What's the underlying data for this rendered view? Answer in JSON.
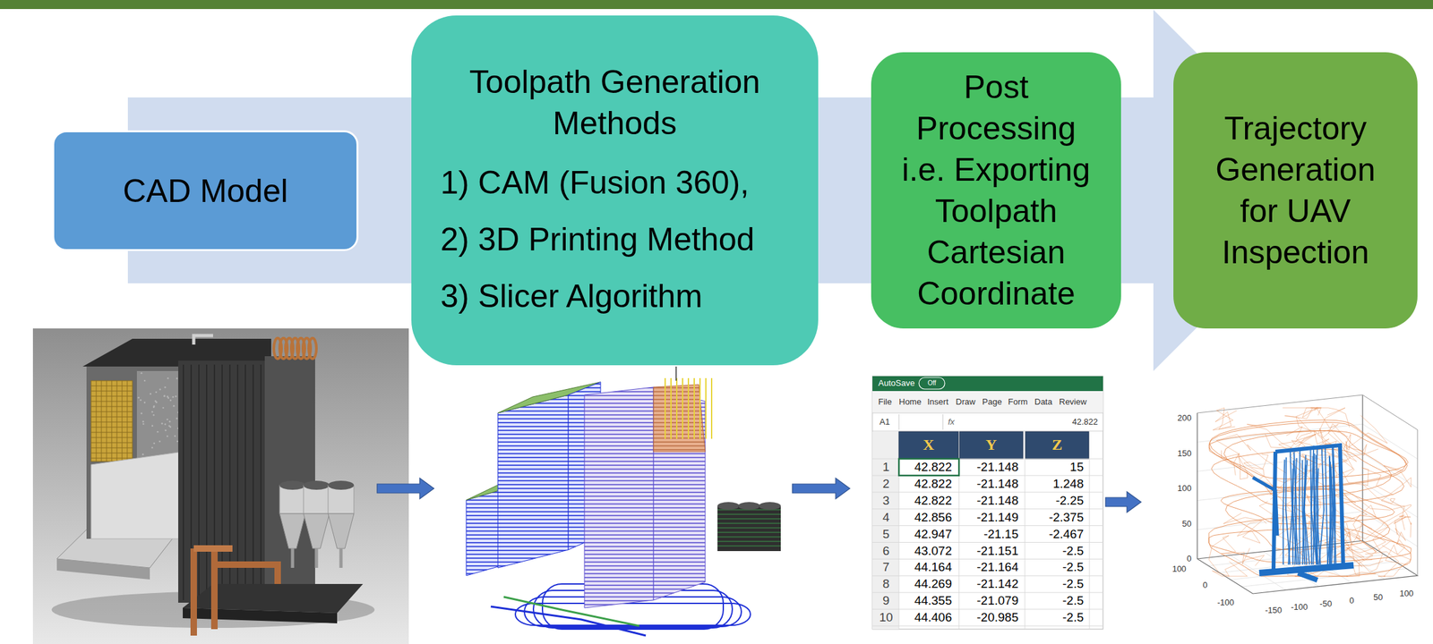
{
  "diagram": {
    "nodes": [
      {
        "text": [
          "CAD Model"
        ]
      },
      {
        "text": [
          "Toolpath Generation Methods",
          "1) CAM (Fusion 360),",
          "2) 3D Printing Method",
          "3) Slicer Algorithm"
        ]
      },
      {
        "text": [
          "Post Processing i.e. Exporting Toolpath Cartesian Coordinate"
        ]
      },
      {
        "text": [
          "Trajectory Generation for UAV Inspection"
        ]
      }
    ],
    "edges": [
      {
        "from": 0,
        "to": 1,
        "arrow": "none"
      },
      {
        "from": 1,
        "to": 2,
        "arrow": "none"
      },
      {
        "from": 2,
        "to": 3,
        "arrow": "to"
      }
    ],
    "labels": [
      "AutoSave",
      "Off",
      "File",
      "Home",
      "Insert",
      "Draw",
      "Page",
      "Form",
      "Data",
      "Review",
      "A1",
      "fx",
      "42.822",
      "X",
      "Y",
      "Z",
      "1",
      "42.822",
      "-21.148",
      "15",
      "2",
      "42.822",
      "-21.148",
      "1.248",
      "3",
      "42.822",
      "-21.148",
      "-2.25",
      "4",
      "42.856",
      "-21.149",
      "-2.375",
      "5",
      "42.947",
      "-21.15",
      "-2.467",
      "6",
      "43.072",
      "-21.151",
      "-2.5",
      "7",
      "44.164",
      "-21.164",
      "-2.5",
      "8",
      "44.269",
      "-21.142",
      "-2.5",
      "9",
      "44.355",
      "-21.079",
      "-2.5",
      "10",
      "44.406",
      "-20.985",
      "-2.5",
      "200",
      "150",
      "100",
      "50",
      "0",
      "100",
      "0",
      "-100",
      "-150",
      "-100",
      "-50",
      "0",
      "50",
      "100"
    ]
  }
}
